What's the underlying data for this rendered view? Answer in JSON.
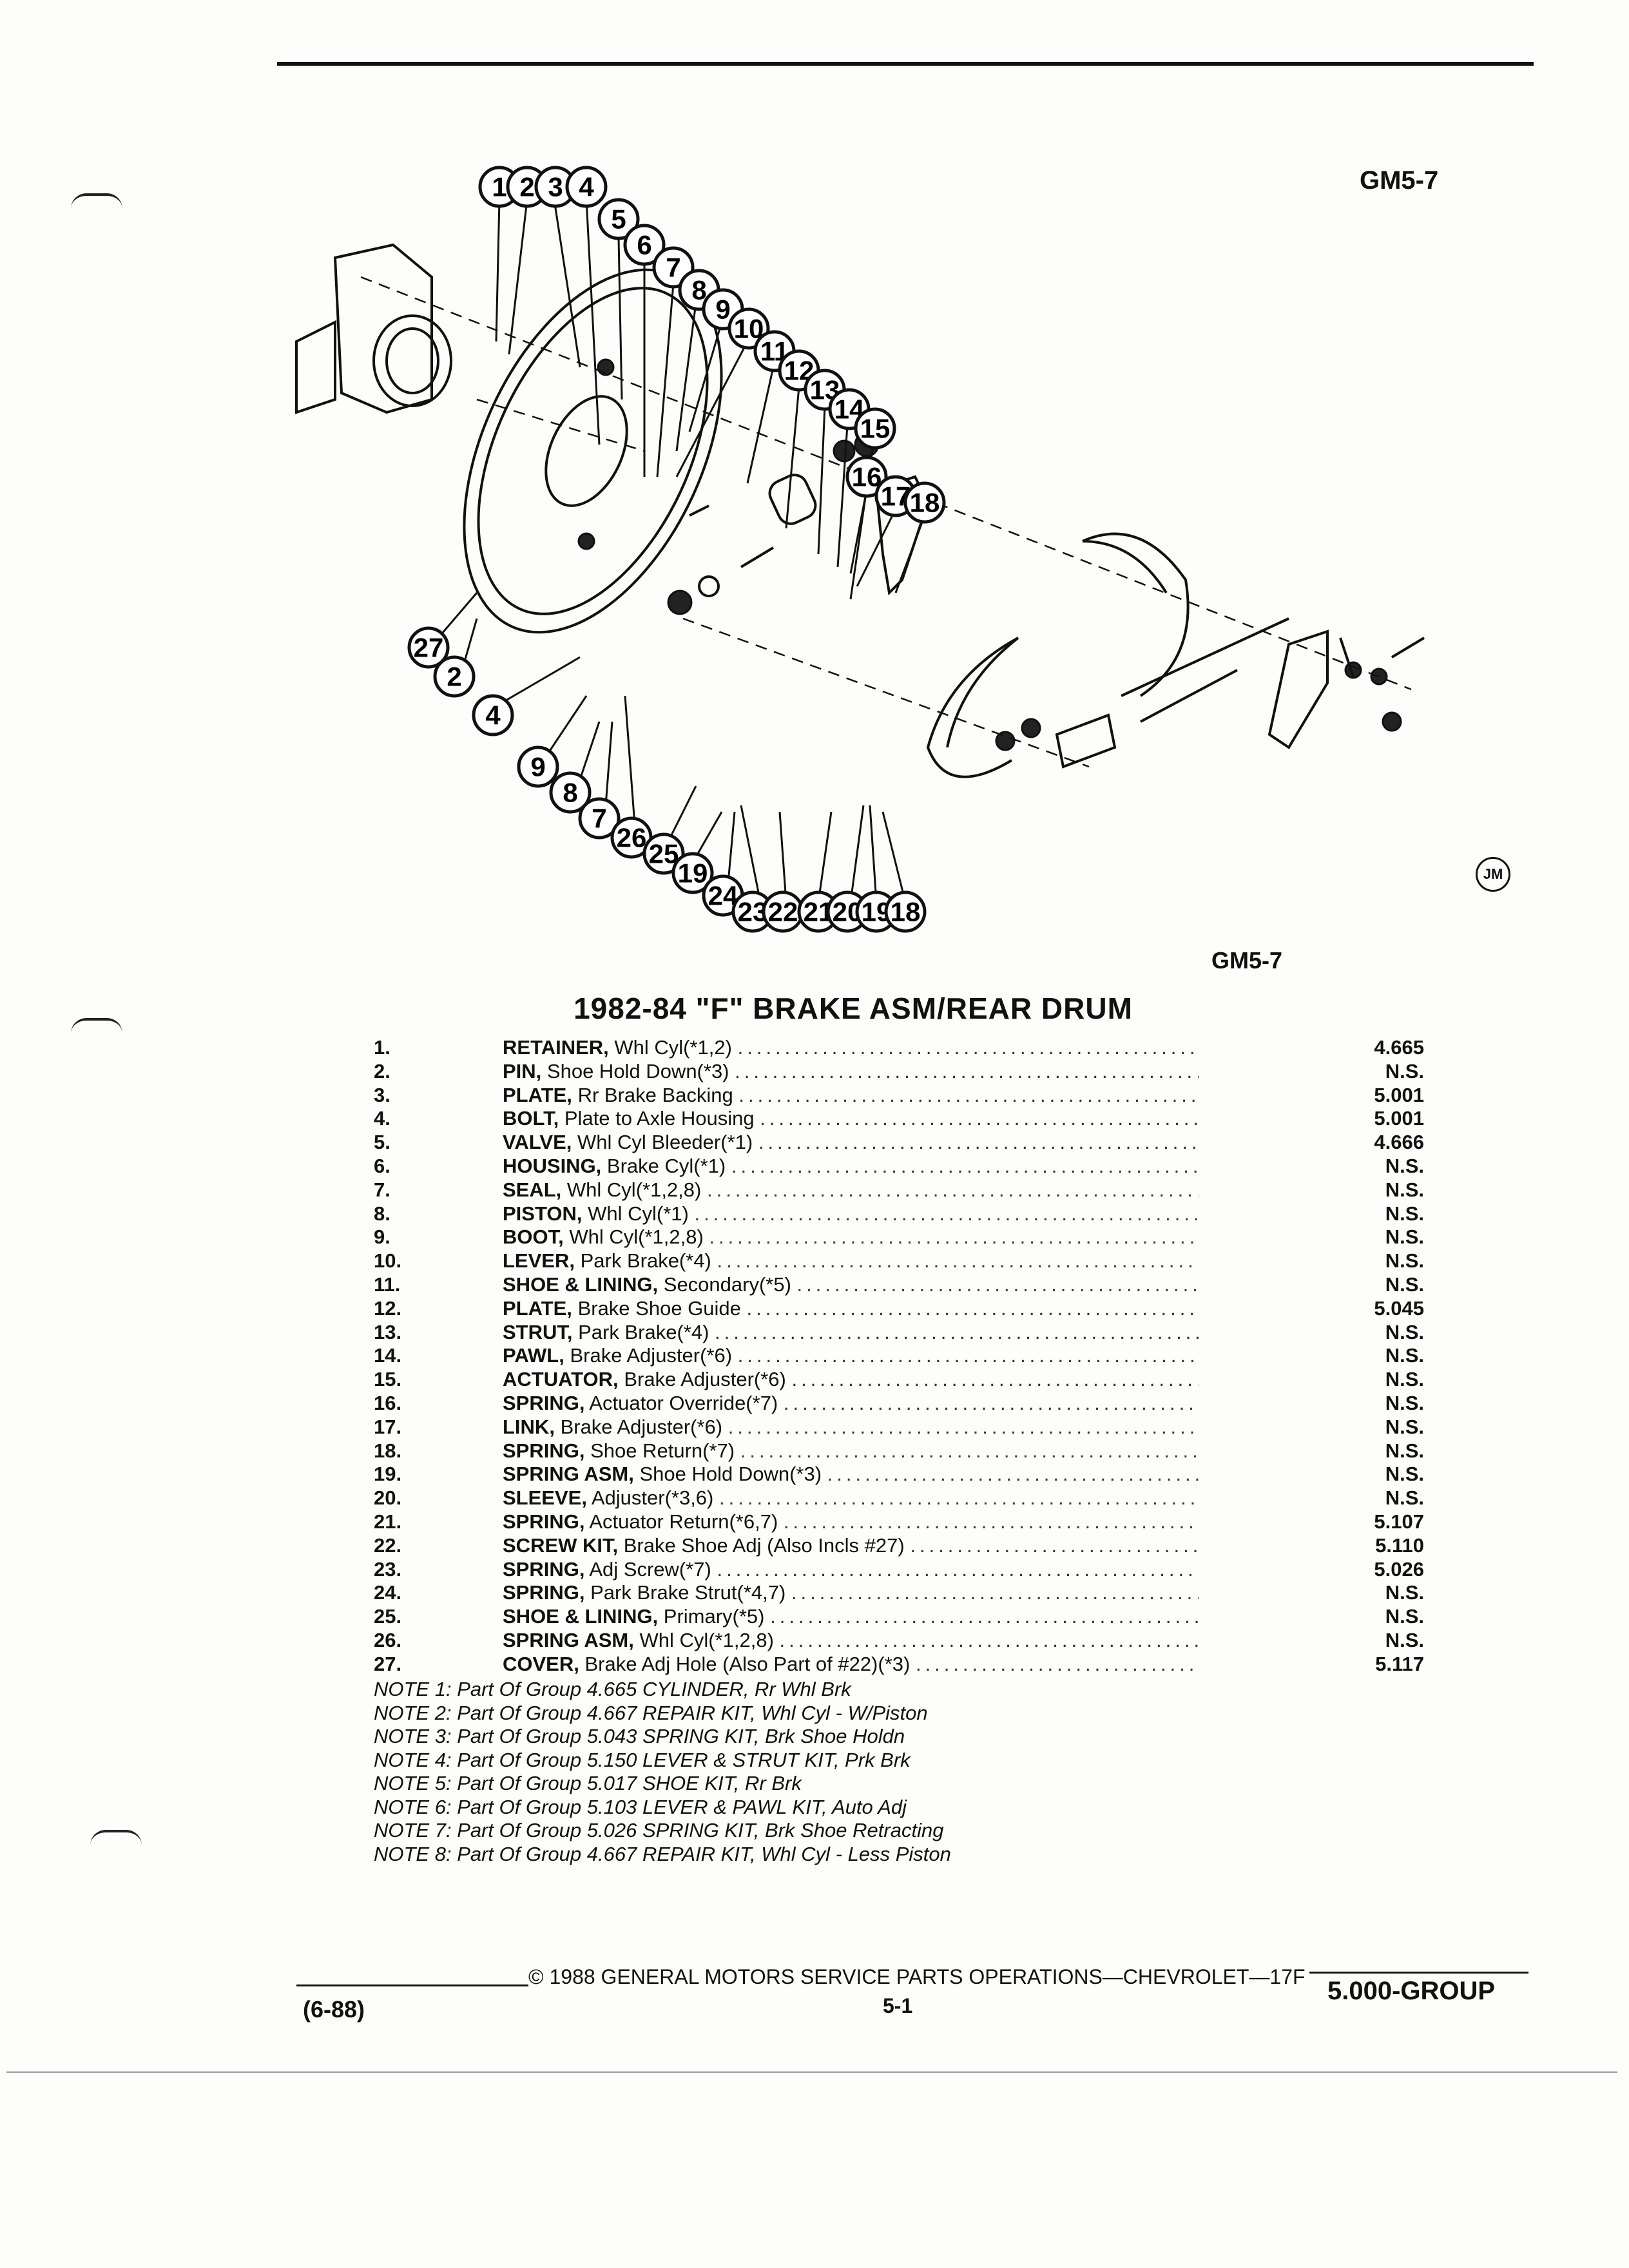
{
  "figure_code_top": "GM5-7",
  "figure_code_bottom": "GM5-7",
  "diagram_badge": "JM",
  "diagram_callouts": [
    "1",
    "2",
    "3",
    "4",
    "5",
    "6",
    "7",
    "8",
    "9",
    "10",
    "11",
    "12",
    "13",
    "14",
    "15",
    "16",
    "17",
    "18",
    "27",
    "2",
    "4",
    "9",
    "8",
    "7",
    "26",
    "25",
    "19",
    "24",
    "23",
    "22",
    "21",
    "20",
    "19",
    "18"
  ],
  "title": "1982-84 \"F\" BRAKE ASM/REAR DRUM",
  "parts": [
    {
      "num": "1.",
      "name": "RETAINER,",
      "desc": "Whl Cyl(*1,2)",
      "code": "4.665"
    },
    {
      "num": "2.",
      "name": "PIN,",
      "desc": "Shoe Hold Down(*3)",
      "code": "N.S."
    },
    {
      "num": "3.",
      "name": "PLATE,",
      "desc": "Rr Brake Backing",
      "code": "5.001"
    },
    {
      "num": "4.",
      "name": "BOLT,",
      "desc": "Plate to Axle Housing",
      "code": "5.001"
    },
    {
      "num": "5.",
      "name": "VALVE,",
      "desc": "Whl Cyl Bleeder(*1)",
      "code": "4.666"
    },
    {
      "num": "6.",
      "name": "HOUSING,",
      "desc": "Brake Cyl(*1)",
      "code": "N.S."
    },
    {
      "num": "7.",
      "name": "SEAL,",
      "desc": "Whl Cyl(*1,2,8)",
      "code": "N.S."
    },
    {
      "num": "8.",
      "name": "PISTON,",
      "desc": "Whl Cyl(*1)",
      "code": "N.S."
    },
    {
      "num": "9.",
      "name": "BOOT,",
      "desc": "Whl Cyl(*1,2,8)",
      "code": "N.S."
    },
    {
      "num": "10.",
      "name": "LEVER,",
      "desc": "Park Brake(*4)",
      "code": "N.S."
    },
    {
      "num": "11.",
      "name": "SHOE & LINING,",
      "desc": "Secondary(*5)",
      "code": "N.S."
    },
    {
      "num": "12.",
      "name": "PLATE,",
      "desc": "Brake Shoe Guide",
      "code": "5.045"
    },
    {
      "num": "13.",
      "name": "STRUT,",
      "desc": "Park Brake(*4)",
      "code": "N.S."
    },
    {
      "num": "14.",
      "name": "PAWL,",
      "desc": "Brake Adjuster(*6)",
      "code": "N.S."
    },
    {
      "num": "15.",
      "name": "ACTUATOR,",
      "desc": "Brake Adjuster(*6)",
      "code": "N.S."
    },
    {
      "num": "16.",
      "name": "SPRING,",
      "desc": "Actuator Override(*7)",
      "code": "N.S."
    },
    {
      "num": "17.",
      "name": "LINK,",
      "desc": "Brake Adjuster(*6)",
      "code": "N.S."
    },
    {
      "num": "18.",
      "name": "SPRING,",
      "desc": "Shoe Return(*7)",
      "code": "N.S."
    },
    {
      "num": "19.",
      "name": "SPRING ASM,",
      "desc": "Shoe Hold Down(*3)",
      "code": "N.S."
    },
    {
      "num": "20.",
      "name": "SLEEVE,",
      "desc": "Adjuster(*3,6)",
      "code": "N.S."
    },
    {
      "num": "21.",
      "name": "SPRING,",
      "desc": "Actuator Return(*6,7)",
      "code": "5.107"
    },
    {
      "num": "22.",
      "name": "SCREW KIT,",
      "desc": "Brake Shoe Adj (Also Incls #27)",
      "code": "5.110"
    },
    {
      "num": "23.",
      "name": "SPRING,",
      "desc": "Adj Screw(*7)",
      "code": "5.026"
    },
    {
      "num": "24.",
      "name": "SPRING,",
      "desc": "Park Brake Strut(*4,7)",
      "code": "N.S."
    },
    {
      "num": "25.",
      "name": "SHOE & LINING,",
      "desc": "Primary(*5)",
      "code": "N.S."
    },
    {
      "num": "26.",
      "name": "SPRING ASM,",
      "desc": "Whl Cyl(*1,2,8)",
      "code": "N.S."
    },
    {
      "num": "27.",
      "name": "COVER,",
      "desc": "Brake Adj Hole (Also Part of #22)(*3)",
      "code": "5.117"
    }
  ],
  "notes": [
    "NOTE 1: Part Of Group 4.665 CYLINDER, Rr Whl Brk",
    "NOTE 2: Part Of Group 4.667 REPAIR KIT, Whl Cyl - W/Piston",
    "NOTE 3: Part Of Group 5.043 SPRING KIT, Brk Shoe Holdn",
    "NOTE 4: Part Of Group 5.150 LEVER & STRUT KIT, Prk Brk",
    "NOTE 5: Part Of Group 5.017 SHOE KIT, Rr Brk",
    "NOTE 6: Part Of Group 5.103 LEVER & PAWL KIT, Auto Adj",
    "NOTE 7: Part Of Group 5.026 SPRING KIT, Brk Shoe Retracting",
    "NOTE 8: Part Of Group 4.667 REPAIR KIT, Whl Cyl - Less Piston"
  ],
  "footer": {
    "date": "(6-88)",
    "copyright": "© 1988 GENERAL MOTORS SERVICE PARTS OPERATIONS—CHEVROLET—17F",
    "page": "5-1",
    "group": "5.000-GROUP"
  }
}
